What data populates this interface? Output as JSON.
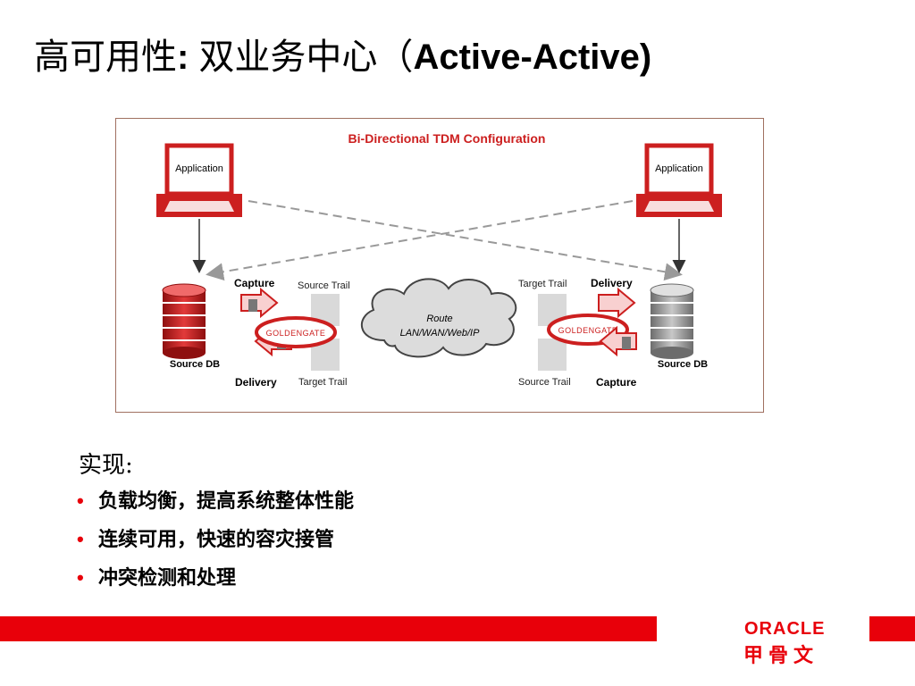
{
  "title": {
    "cn": "高可用性",
    "colon": ": ",
    "cn2": "双业务中心（",
    "en": "Active-Active)"
  },
  "diagram": {
    "heading": "Bi-Directional TDM Configuration",
    "left": {
      "app": "Application",
      "capture": "Capture",
      "source_trail": "Source Trail",
      "goldengate": "GOLDENGATE",
      "db": "Source DB",
      "delivery": "Delivery",
      "target_trail": "Target Trail"
    },
    "right": {
      "app": "Application",
      "target_trail": "Target Trail",
      "delivery": "Delivery",
      "goldengate": "GOLDENGATE",
      "db": "Source DB",
      "source_trail": "Source Trail",
      "capture": "Capture"
    },
    "cloud": {
      "line1": "Route",
      "line2": "LAN/WAN/Web/IP"
    },
    "colors": {
      "accent": "#cc1f1f",
      "gray_db": "#8a8a8a",
      "trail": "#d9d9d9",
      "cloud": "#dcdcdc"
    }
  },
  "impl": {
    "label": "实现:",
    "items": [
      "负载均衡，提高系统整体性能",
      "连续可用，快速的容灾接管",
      "冲突检测和处理"
    ]
  },
  "footer": {
    "brand_en": "ORACLE",
    "brand_cn": "甲骨文",
    "accent": "#e8000a"
  }
}
